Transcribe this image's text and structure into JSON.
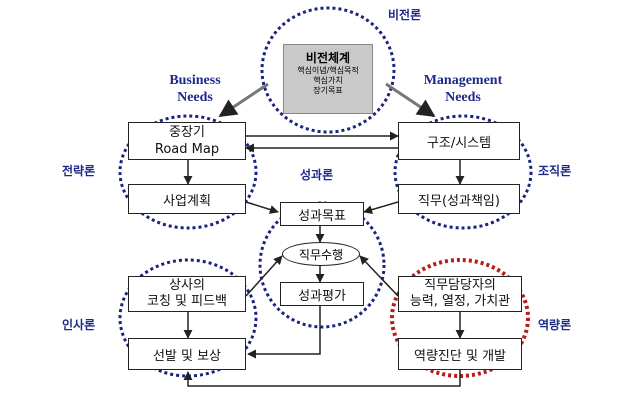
{
  "vision": {
    "label": "비전론",
    "title": "비전체계",
    "items": [
      "핵심이념/핵심목적",
      "핵심가치",
      "장기목표"
    ]
  },
  "needs": {
    "business": "Business\nNeeds",
    "management": "Management\nNeeds"
  },
  "sections": {
    "strategy": "전략론",
    "organization": "조직론",
    "performance": "성과론",
    "hr": "인사론",
    "competency": "역량론"
  },
  "boxes": {
    "roadmap_line1": "중장기",
    "roadmap_line2": "Road Map",
    "business_plan": "사업계획",
    "structure": "구조/시스템",
    "duty": "직무(성과책임)",
    "perf_goal": "성과목표",
    "job_exec": "직무수행",
    "perf_eval": "성과평가",
    "coaching_line1": "상사의",
    "coaching_line2": "코칭 및 피드백",
    "selection": "선발 및 보상",
    "capability_line1": "직무담당자의",
    "capability_line2": "능력, 열정, 가치관",
    "diagnosis": "역량진단 및 개발"
  },
  "colors": {
    "blue_dotted": "#1a237e",
    "red_dotted": "#b71c1c",
    "label_blue": "#1e2a8a"
  }
}
